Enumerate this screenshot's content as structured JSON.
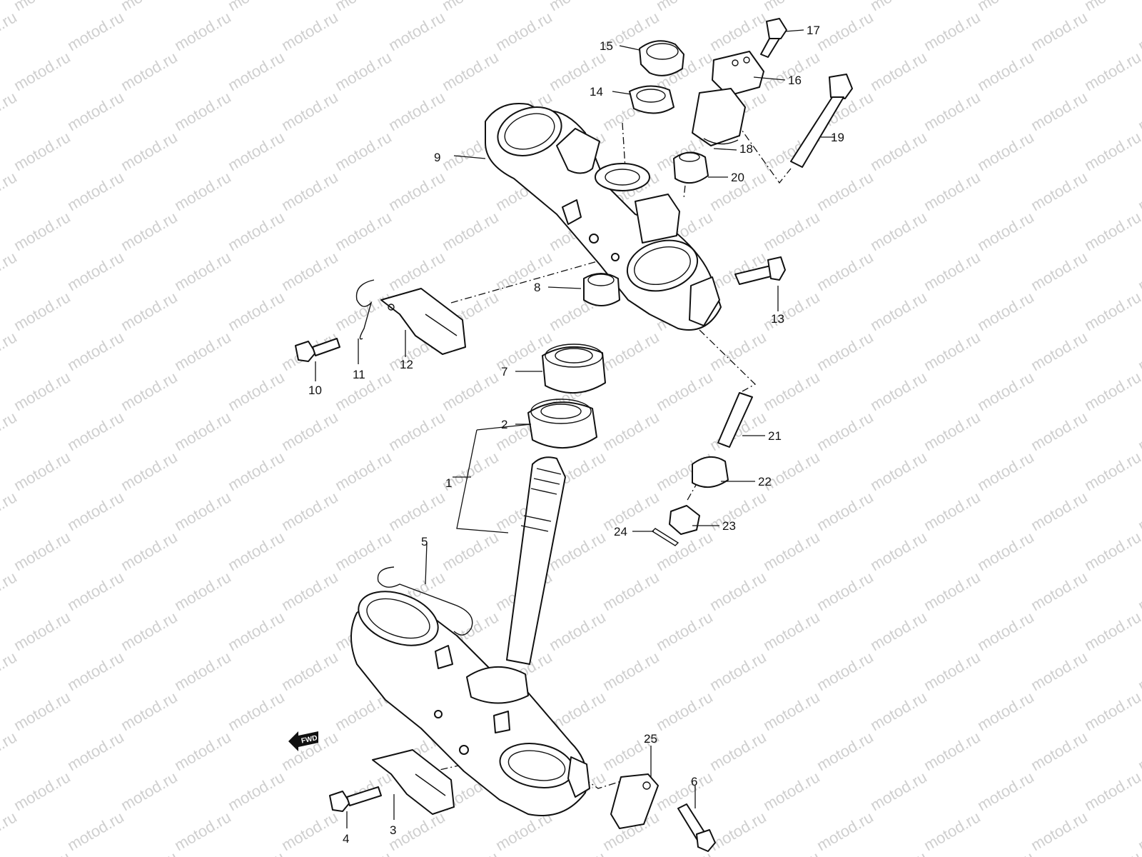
{
  "watermark": "motod.ru",
  "fwd_label": "FWD",
  "colors": {
    "line": "#111111",
    "background": "#ffffff",
    "watermark": "#cfcfcf"
  },
  "callouts": [
    "1",
    "2",
    "3",
    "4",
    "5",
    "6",
    "7",
    "8",
    "9",
    "10",
    "11",
    "12",
    "13",
    "14",
    "15",
    "16",
    "17",
    "18",
    "19",
    "20",
    "21",
    "22",
    "23",
    "24",
    "25"
  ]
}
